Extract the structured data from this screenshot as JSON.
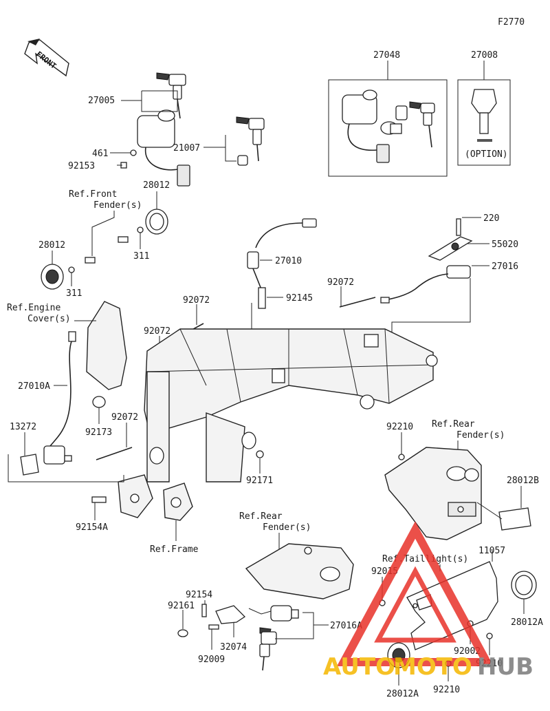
{
  "diagram_id": "F2770",
  "front_arrow": "FRONT",
  "option_note": "(OPTION)",
  "labels": {
    "p27048": "27048",
    "p27008": "27008",
    "p27005": "27005",
    "p461": "461",
    "p92153": "92153",
    "p21007": "21007",
    "ref_front_fender_1": "Ref.Front",
    "ref_front_fender_2": "Fender(s)",
    "p28012_top": "28012",
    "p28012_left": "28012",
    "p311_a": "311",
    "p311_b": "311",
    "p220": "220",
    "p55020": "55020",
    "p27016": "27016",
    "p27010": "27010",
    "p92145": "92145",
    "p92072_a": "92072",
    "p92072_b": "92072",
    "p92072_c": "92072",
    "p92072_d": "92072",
    "ref_engine_cover_1": "Ref.Engine",
    "ref_engine_cover_2": "Cover(s)",
    "p27010a": "27010A",
    "p92173": "92173",
    "p13272": "13272",
    "p92210_a": "92210",
    "ref_rear_fender_a1": "Ref.Rear",
    "ref_rear_fender_a2": "Fender(s)",
    "p28012b": "28012B",
    "p92171": "92171",
    "p92154a": "92154A",
    "ref_frame": "Ref.Frame",
    "ref_rear_fender_b1": "Ref.Rear",
    "ref_rear_fender_b2": "Fender(s)",
    "ref_taillight": "Ref.Taillight(s)",
    "p11057": "11057",
    "p92015": "92015",
    "p92154": "92154",
    "p92161": "92161",
    "p27016a": "27016A",
    "p32074": "32074",
    "p92009": "92009",
    "p92002": "92002",
    "p28012a_right": "28012A",
    "p92210_b": "92210",
    "p28012a_bottom": "28012A",
    "p92210_c": "92210"
  },
  "watermark": {
    "text_a": "AUTO",
    "text_b": "MOTO",
    "text_c": "HUB",
    "color_a": "#f5b700",
    "color_b": "#f5b700",
    "color_c": "#7a7a7a",
    "triangle_color": "#e8322a"
  }
}
